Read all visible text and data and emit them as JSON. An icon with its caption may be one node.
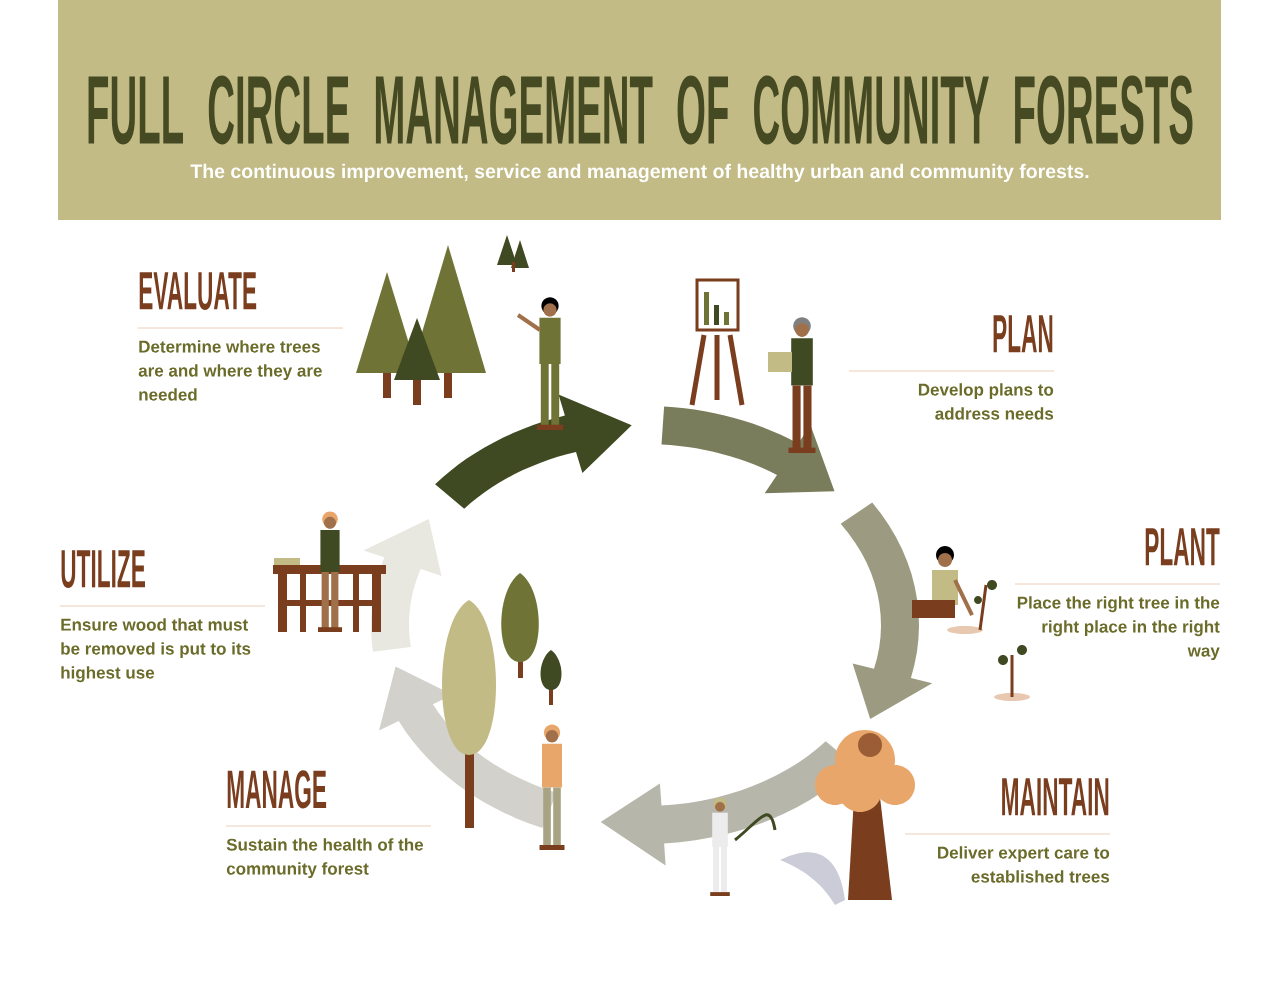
{
  "diagram": {
    "title": "FULL CIRCLE MANAGEMENT OF COMMUNITY FORESTS",
    "caption": "The continuous improvement, service and management of healthy urban and community forests.",
    "labels": [
      "EVALUATE",
      "Determine where trees are and where they are needed",
      "PLAN",
      "Develop plans to address needs",
      "PLANT",
      "Place the right tree in the right place in the right way",
      "MAINTAIN",
      "Deliver expert care to established trees",
      "MANAGE",
      "Sustain the health of the community forest",
      "UTILIZE",
      "Ensure wood that must be removed is put to its highest use"
    ]
  }
}
